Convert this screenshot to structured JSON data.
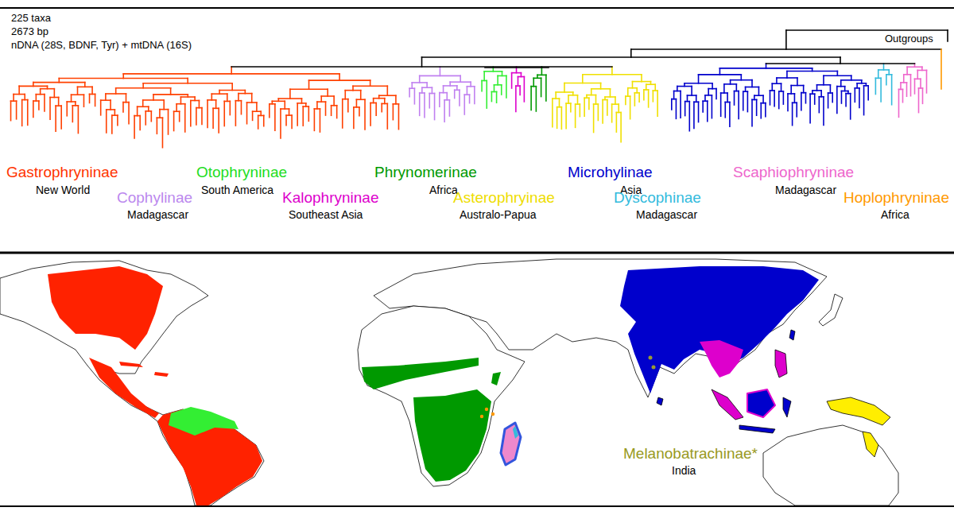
{
  "diagram": {
    "labels": [
      "225 taxa",
      "2673 bp",
      "nDNA (28S, BDNF, Tyr) + mtDNA (16S)",
      "Outgroups",
      "Gastrophryninae",
      "New World",
      "Cophylinae",
      "Madagascar",
      "Otophryninae",
      "South America",
      "Kalophryninae",
      "Southeast Asia",
      "Phrynomerinae",
      "Africa",
      "Asterophryinae",
      "Australo-Papua",
      "Microhylinae",
      "Asia",
      "Dyscophinae",
      "Madagascar",
      "Scaphiophryninae",
      "Madagascar",
      "Hoplophryninae",
      "Africa",
      "Melanobatrachinae*",
      "India"
    ]
  }
}
